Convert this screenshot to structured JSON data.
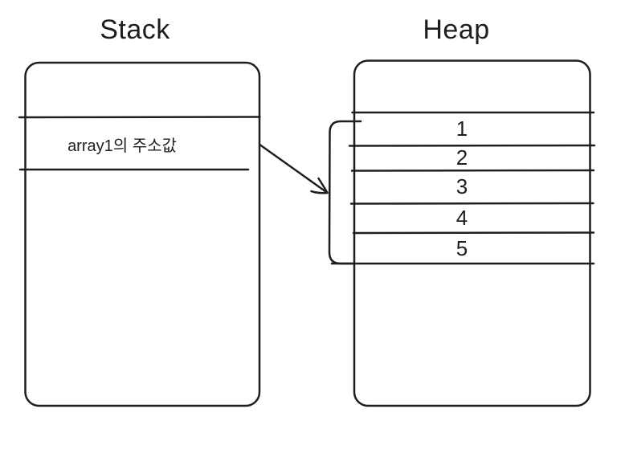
{
  "stack": {
    "title": "Stack",
    "pointer_cell_label": "array1의 주소값"
  },
  "heap": {
    "title": "Heap",
    "cells": [
      "1",
      "2",
      "3",
      "4",
      "5"
    ]
  },
  "connector": {
    "type": "arrow",
    "from": "stack pointer cell",
    "to": "heap array bracket"
  },
  "colors": {
    "stroke": "#1e1e1e",
    "background": "#ffffff"
  }
}
